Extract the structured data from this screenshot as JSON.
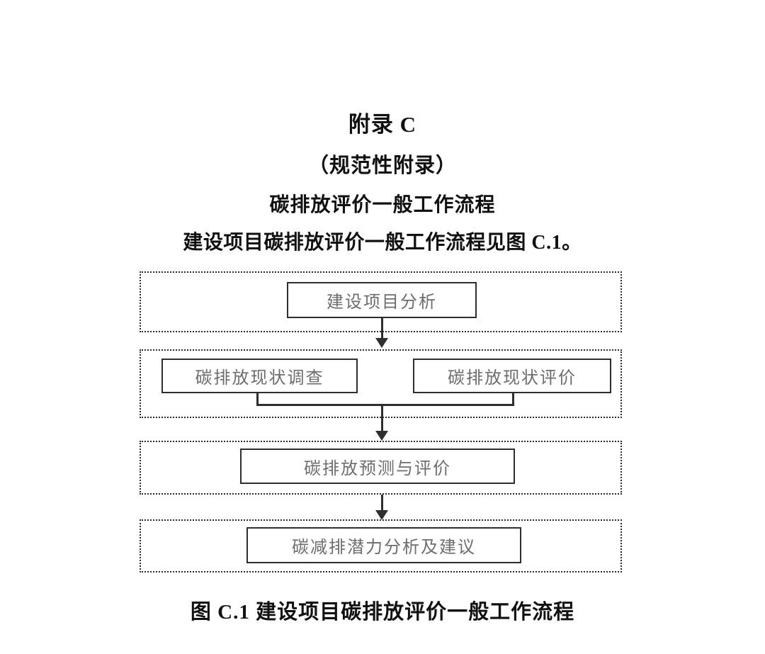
{
  "document": {
    "appendix_label": "附录 C",
    "normative_label": "（规范性附录）",
    "section_title": "碳排放评价一般工作流程",
    "intro_text": "建设项目碳排放评价一般工作流程见图 C.1。",
    "figure_caption": "图 C.1  建设项目碳排放评价一般工作流程"
  },
  "chart_data": {
    "type": "diagram",
    "diagram_kind": "flowchart",
    "title": "碳排放评价一般工作流程",
    "caption": "图 C.1  建设项目碳排放评价一般工作流程",
    "orientation": "top-to-bottom",
    "stages": [
      {
        "id": "stage-1",
        "nodes": [
          {
            "id": "node-analysis",
            "label": "建设项目分析"
          }
        ]
      },
      {
        "id": "stage-2",
        "nodes": [
          {
            "id": "node-survey",
            "label": "碳排放现状调查"
          },
          {
            "id": "node-evaluate",
            "label": "碳排放现状评价"
          }
        ]
      },
      {
        "id": "stage-3",
        "nodes": [
          {
            "id": "node-forecast",
            "label": "碳排放预测与评价"
          }
        ]
      },
      {
        "id": "stage-4",
        "nodes": [
          {
            "id": "node-potential",
            "label": "碳减排潜力分析及建议"
          }
        ]
      }
    ],
    "edges": [
      {
        "from": "stage-1",
        "to": "stage-2",
        "style": "arrow"
      },
      {
        "from": "node-survey",
        "to": "join-1",
        "style": "line"
      },
      {
        "from": "node-evaluate",
        "to": "join-1",
        "style": "line"
      },
      {
        "from": "join-1",
        "to": "stage-3",
        "style": "arrow"
      },
      {
        "from": "stage-3",
        "to": "stage-4",
        "style": "arrow"
      }
    ],
    "colors": {
      "node_border": "#2e2e2e",
      "node_text": "#6d6d6d",
      "stage_border": "#2b2b2b",
      "connector": "#2e2e2e",
      "background": "#ffffff",
      "heading_text": "#111111"
    }
  }
}
